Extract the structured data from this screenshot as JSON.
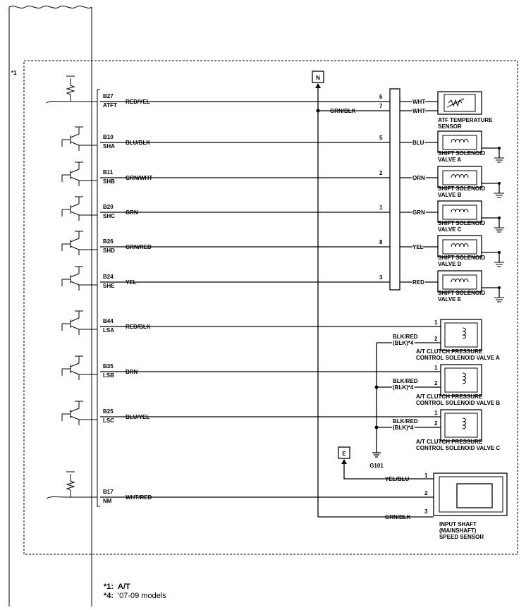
{
  "unit_tag": "*1",
  "ecm_pins": [
    {
      "pin": "B27",
      "name": "ATFT",
      "wire": "RED/YEL"
    },
    {
      "pin": "B10",
      "name": "SHA",
      "wire": "BLU/BLK"
    },
    {
      "pin": "B11",
      "name": "SHB",
      "wire": "GRN/WHT"
    },
    {
      "pin": "B20",
      "name": "SHC",
      "wire": "GRN"
    },
    {
      "pin": "B26",
      "name": "SHD",
      "wire": "GRN/RED"
    },
    {
      "pin": "B24",
      "name": "SHE",
      "wire": "YEL"
    },
    {
      "pin": "B44",
      "name": "LSA",
      "wire": "RED/BLK"
    },
    {
      "pin": "B35",
      "name": "LSB",
      "wire": "BRN"
    },
    {
      "pin": "B25",
      "name": "LSC",
      "wire": "BLU/YEL"
    },
    {
      "pin": "B17",
      "name": "NM",
      "wire": "WHT/RED"
    }
  ],
  "connector_pins": [
    "6",
    "7",
    "5",
    "2",
    "1",
    "8",
    "3"
  ],
  "right_wires": [
    "WHT",
    "WHT",
    "BLU",
    "ORN",
    "GRN",
    "YEL",
    "RED"
  ],
  "ground_wire": "GRN/BLK",
  "terminal_n": "N",
  "terminal_e": "E",
  "atf_sensor": [
    "ATF TEMPERATURE",
    "SENSOR"
  ],
  "shift_solenoids": [
    [
      "SHIFT SOLENOID",
      "VALVE A"
    ],
    [
      "SHIFT SOLENOID",
      "VALVE B"
    ],
    [
      "SHIFT SOLENOID",
      "VALVE C"
    ],
    [
      "SHIFT SOLENOID",
      "VALVE D"
    ],
    [
      "SHIFT SOLENOID",
      "VALVE E"
    ]
  ],
  "clutch_valves": [
    [
      "A/T CLUTCH PRESSURE",
      "CONTROL SOLENOID VALVE A"
    ],
    [
      "A/T CLUTCH PRESSURE",
      "CONTROL SOLENOID VALVE B"
    ],
    [
      "A/T CLUTCH PRESSURE",
      "CONTROL SOLENOID VALVE C"
    ]
  ],
  "clutch_pins": [
    "1",
    "2"
  ],
  "clutch_ground_wire": [
    "BLK/RED",
    "(BLK)*4"
  ],
  "ground_point": "G101",
  "speed_sensor": {
    "label": [
      "INPUT SHAFT",
      "(MAINSHAFT)",
      "SPEED SENSOR"
    ],
    "wires": [
      "YEL/BLU",
      "",
      "GRN/BLK"
    ],
    "pins": [
      "1",
      "2",
      "3"
    ]
  },
  "footnotes": [
    {
      "mark": "*1:",
      "text": "A/T"
    },
    {
      "mark": "*4:",
      "text": "'07-09 models"
    }
  ]
}
